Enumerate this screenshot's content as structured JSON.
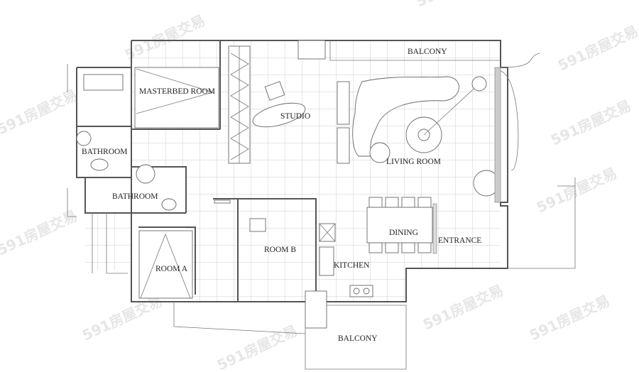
{
  "plan": {
    "rooms": {
      "balcony_top": "BALCONY",
      "masterbed": "MASTERBED ROOM",
      "studio": "STUDIO",
      "living": "LIVING ROOM",
      "bathroom_1": "BATHROOM",
      "bathroom_2": "BATHROOM",
      "room_b": "ROOM B",
      "room_a": "ROOM A",
      "kitchen": "KITCHEN",
      "dining": "DINING",
      "entrance": "ENTRANCE",
      "balcony_bottom": "BALCONY"
    },
    "watermark": "591房屋交易"
  }
}
